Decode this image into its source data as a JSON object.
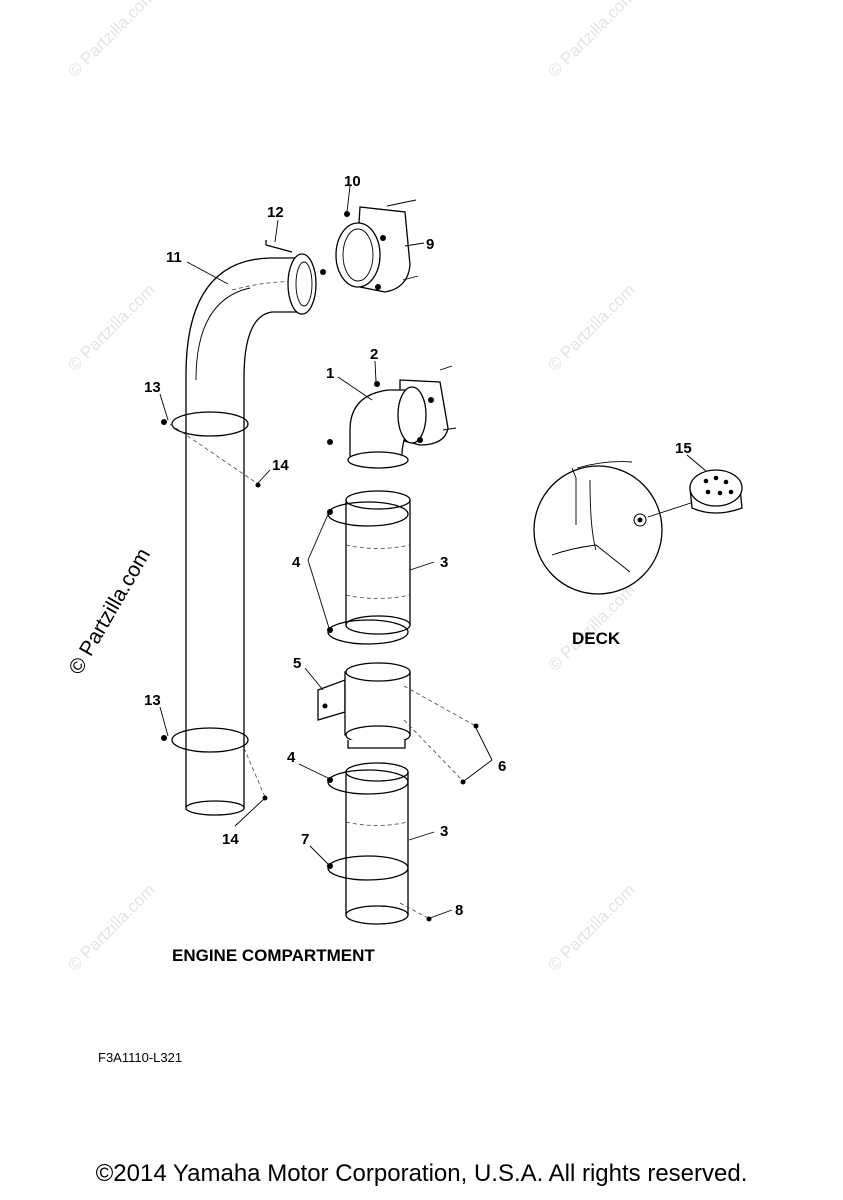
{
  "watermark": "© Partzilla.com",
  "callouts": {
    "c1": "1",
    "c2": "2",
    "c3a": "3",
    "c3b": "3",
    "c4a": "4",
    "c4b": "4",
    "c5": "5",
    "c6": "6",
    "c7": "7",
    "c8": "8",
    "c9": "9",
    "c10": "10",
    "c11": "11",
    "c12": "12",
    "c13a": "13",
    "c13b": "13",
    "c14a": "14",
    "c14b": "14",
    "c15": "15"
  },
  "captions": {
    "engine_compartment": "ENGINE COMPARTMENT",
    "deck": "DECK"
  },
  "part_code": "F3A1110-L321",
  "copyright": "©2014 Yamaha Motor Corporation, U.S.A. All rights reserved."
}
